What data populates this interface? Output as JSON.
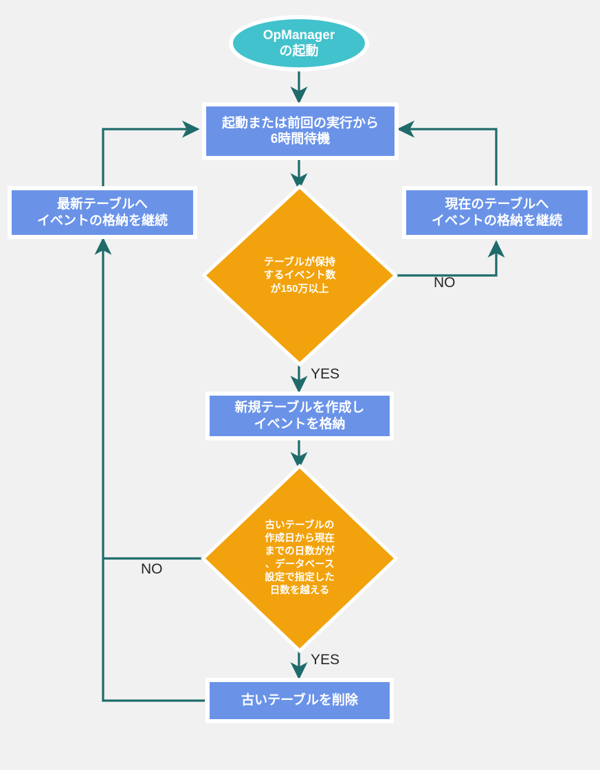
{
  "diagram": {
    "title": "OpManager event table rotation flowchart",
    "background_color": "#f1f1f1",
    "colors": {
      "terminator_fill": "#42c2cc",
      "process_fill": "#6a93e8",
      "decision_fill": "#f2a20c",
      "connector": "#1f6b6b",
      "node_text": "#ffffff",
      "label_text": "#262626",
      "node_outline": "#ffffff"
    },
    "nodes": {
      "start": {
        "shape": "ellipse",
        "text": "OpManager\nの起動"
      },
      "wait": {
        "shape": "process",
        "text": "起動または前回の実行から\n6時間待機"
      },
      "decision_count": {
        "shape": "decision",
        "text": "テーブルが保持\nするイベント数\nが150万以上"
      },
      "continue_latest": {
        "shape": "process",
        "text": "最新テーブルへ\nイベントの格納を継続"
      },
      "continue_current": {
        "shape": "process",
        "text": "現在のテーブルへ\nイベントの格納を継続"
      },
      "create_table": {
        "shape": "process",
        "text": "新規テーブルを作成し\nイベントを格納"
      },
      "decision_age": {
        "shape": "decision",
        "text": "古いテーブルの\n作成日から現在\nまでの日数がが\n、データベース\n設定で指定した\n日数を越える"
      },
      "delete_table": {
        "shape": "process",
        "text": "古いテーブルを削除"
      }
    },
    "edge_labels": {
      "count_no": "NO",
      "count_yes": "YES",
      "age_no": "NO",
      "age_yes": "YES"
    }
  }
}
